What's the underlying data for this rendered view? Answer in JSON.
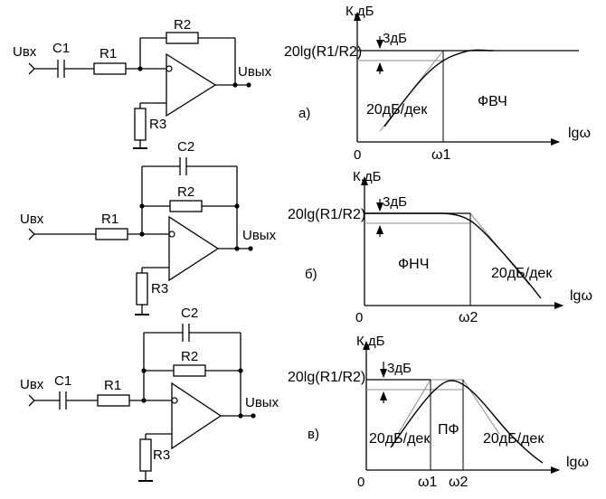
{
  "colors": {
    "ink": "#000000",
    "asymptote": "#8c8c8c",
    "background": "#ffffff"
  },
  "circuits": {
    "hpf": {
      "input": "Uвх",
      "output": "Uвых",
      "c1": "C1",
      "r1": "R1",
      "r2": "R2",
      "r3": "R3"
    },
    "lpf": {
      "input": "Uвх",
      "output": "Uвых",
      "c2": "C2",
      "r1": "R1",
      "r2": "R2",
      "r3": "R3"
    },
    "bpf": {
      "input": "Uвх",
      "output": "Uвых",
      "c1": "C1",
      "c2": "C2",
      "r1": "R1",
      "r2": "R2",
      "r3": "R3"
    }
  },
  "graphs": {
    "hpf": {
      "ylabel": "К,дБ",
      "xlabel": "lgω",
      "origin": "0",
      "level": "20lg(R1/R2)",
      "drop": "3дБ",
      "slope": "20дБ/дек",
      "name": "ФВЧ",
      "letter": "а)",
      "cutoff": "ω1"
    },
    "lpf": {
      "ylabel": "К,дБ",
      "xlabel": "lgω",
      "origin": "0",
      "level": "20lg(R1/R2)",
      "drop": "3дБ",
      "slope": "20дБ/дек",
      "name": "ФНЧ",
      "letter": "б)",
      "cutoff": "ω2"
    },
    "bpf": {
      "ylabel": "К,дБ",
      "xlabel": "lgω",
      "origin": "0",
      "level": "20lg(R1/R2)",
      "drop": "3дБ",
      "slope_left": "20дБ/дек",
      "slope_right": "20дБ/дек",
      "name": "ПФ",
      "letter": "в)",
      "cutoff_low": "ω1",
      "cutoff_high": "ω2"
    }
  }
}
